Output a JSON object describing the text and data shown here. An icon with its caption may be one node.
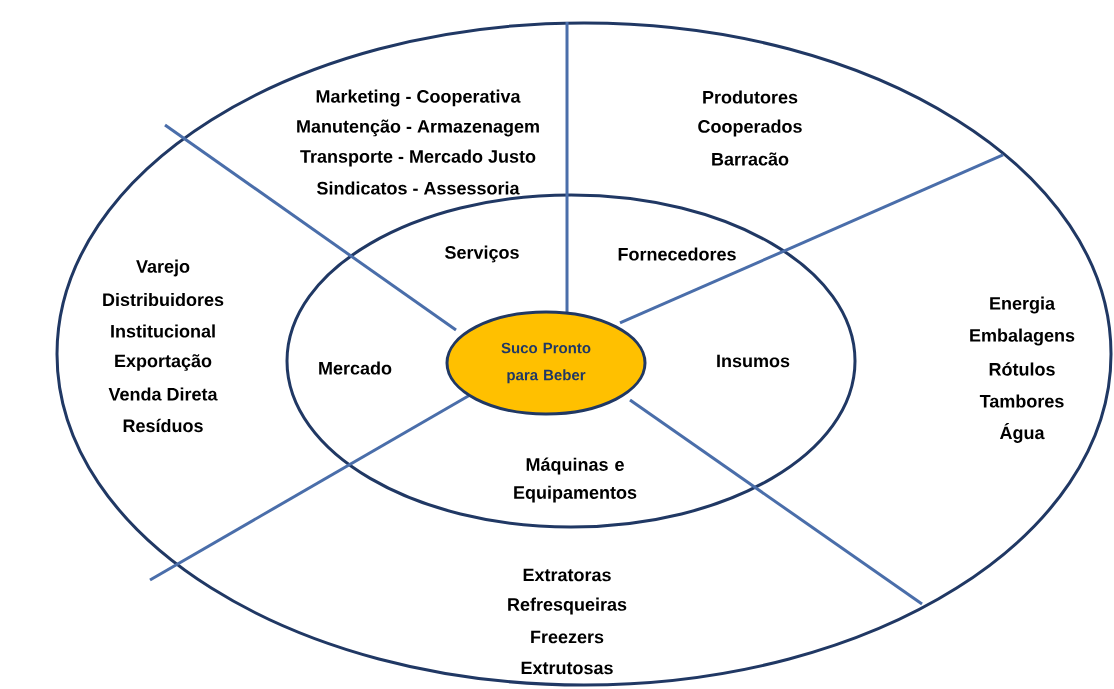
{
  "diagram": {
    "nodes": [
      {
        "text": [
          "Marketing - Cooperativa",
          "Manutenção - Armazenagem",
          "Transporte - Mercado Justo",
          "Sindicatos - Assessoria",
          "Produtores",
          "Cooperados",
          "Barracão",
          "Energia",
          "Embalagens",
          "Rótulos",
          "Tambores",
          "Água",
          "Extratoras",
          "Refresqueiras",
          "Freezers",
          "Extrutosas",
          "Varejo",
          "Distribuidores",
          "Institucional",
          "Exportação",
          "Venda Direta",
          "Resíduos"
        ]
      },
      {
        "text": [
          "Serviços",
          "Fornecedores",
          "Insumos",
          "Máquinas e Equipamentos",
          "Mercado"
        ],
        "in": 0
      },
      {
        "text": [
          "Suco Pronto para Beber"
        ],
        "in": 1
      }
    ]
  }
}
